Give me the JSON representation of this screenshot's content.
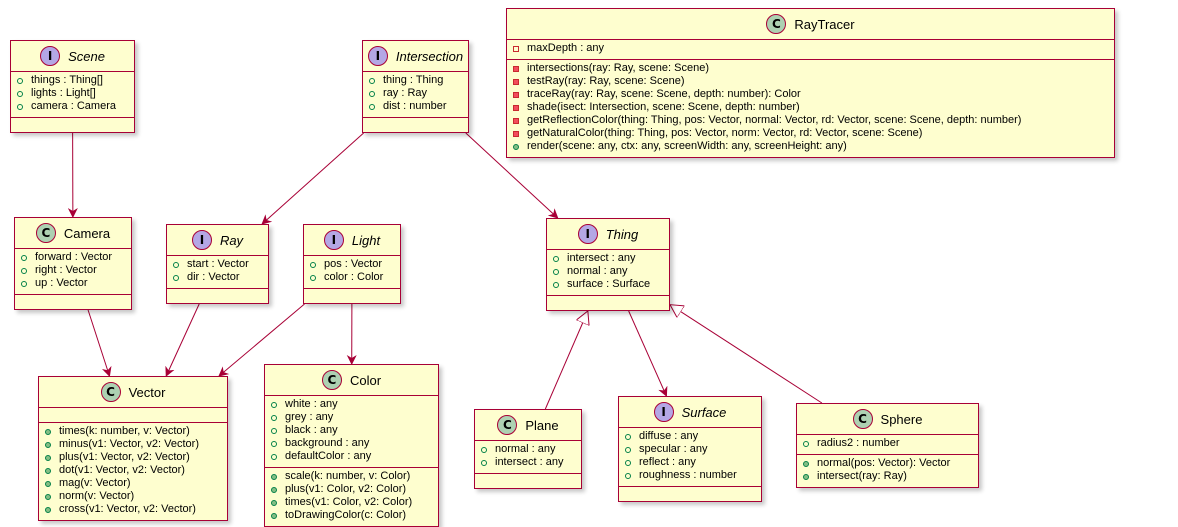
{
  "colors": {
    "class_fill": "#fefecf",
    "border": "#a80036",
    "class_badge": "#add1b2",
    "interface_badge": "#b4a7e5",
    "public_marker": "#84be84",
    "private_marker": "#f24d5c"
  },
  "classes": [
    {
      "id": "scene",
      "kind": "interface",
      "name": "Scene",
      "fields": [
        {
          "vis": "public",
          "text": "things : Thing[]"
        },
        {
          "vis": "public",
          "text": "lights : Light[]"
        },
        {
          "vis": "public",
          "text": "camera : Camera"
        }
      ],
      "methods": []
    },
    {
      "id": "intersection",
      "kind": "interface",
      "name": "Intersection",
      "fields": [
        {
          "vis": "public",
          "text": "thing : Thing"
        },
        {
          "vis": "public",
          "text": "ray : Ray"
        },
        {
          "vis": "public",
          "text": "dist : number"
        }
      ],
      "methods": []
    },
    {
      "id": "raytracer",
      "kind": "class",
      "name": "RayTracer",
      "fields": [
        {
          "vis": "private",
          "text": "maxDepth : any"
        }
      ],
      "methods": [
        {
          "vis": "private",
          "text": "intersections(ray: Ray, scene: Scene)"
        },
        {
          "vis": "private",
          "text": "testRay(ray: Ray, scene: Scene)"
        },
        {
          "vis": "private",
          "text": "traceRay(ray: Ray, scene: Scene, depth: number): Color"
        },
        {
          "vis": "private",
          "text": "shade(isect: Intersection, scene: Scene, depth: number)"
        },
        {
          "vis": "private",
          "text": "getReflectionColor(thing: Thing, pos: Vector, normal: Vector, rd: Vector, scene: Scene, depth: number)"
        },
        {
          "vis": "private",
          "text": "getNaturalColor(thing: Thing, pos: Vector, norm: Vector, rd: Vector, scene: Scene)"
        },
        {
          "vis": "public",
          "text": "render(scene: any, ctx: any, screenWidth: any, screenHeight: any)"
        }
      ]
    },
    {
      "id": "camera",
      "kind": "class",
      "name": "Camera",
      "fields": [
        {
          "vis": "public",
          "text": "forward : Vector"
        },
        {
          "vis": "public",
          "text": "right : Vector"
        },
        {
          "vis": "public",
          "text": "up : Vector"
        }
      ],
      "methods": []
    },
    {
      "id": "ray",
      "kind": "interface",
      "name": "Ray",
      "fields": [
        {
          "vis": "public",
          "text": "start : Vector"
        },
        {
          "vis": "public",
          "text": "dir : Vector"
        }
      ],
      "methods": []
    },
    {
      "id": "light",
      "kind": "interface",
      "name": "Light",
      "fields": [
        {
          "vis": "public",
          "text": "pos : Vector"
        },
        {
          "vis": "public",
          "text": "color : Color"
        }
      ],
      "methods": []
    },
    {
      "id": "thing",
      "kind": "interface",
      "name": "Thing",
      "fields": [
        {
          "vis": "public",
          "text": "intersect : any"
        },
        {
          "vis": "public",
          "text": "normal : any"
        },
        {
          "vis": "public",
          "text": "surface : Surface"
        }
      ],
      "methods": []
    },
    {
      "id": "vector",
      "kind": "class",
      "name": "Vector",
      "fields": [],
      "methods": [
        {
          "vis": "public",
          "text": "times(k: number, v: Vector)"
        },
        {
          "vis": "public",
          "text": "minus(v1: Vector, v2: Vector)"
        },
        {
          "vis": "public",
          "text": "plus(v1: Vector, v2: Vector)"
        },
        {
          "vis": "public",
          "text": "dot(v1: Vector, v2: Vector)"
        },
        {
          "vis": "public",
          "text": "mag(v: Vector)"
        },
        {
          "vis": "public",
          "text": "norm(v: Vector)"
        },
        {
          "vis": "public",
          "text": "cross(v1: Vector, v2: Vector)"
        }
      ]
    },
    {
      "id": "color",
      "kind": "class",
      "name": "Color",
      "fields": [
        {
          "vis": "public",
          "text": "white : any"
        },
        {
          "vis": "public",
          "text": "grey : any"
        },
        {
          "vis": "public",
          "text": "black : any"
        },
        {
          "vis": "public",
          "text": "background : any"
        },
        {
          "vis": "public",
          "text": "defaultColor : any"
        }
      ],
      "methods": [
        {
          "vis": "public",
          "text": "scale(k: number, v: Color)"
        },
        {
          "vis": "public",
          "text": "plus(v1: Color, v2: Color)"
        },
        {
          "vis": "public",
          "text": "times(v1: Color, v2: Color)"
        },
        {
          "vis": "public",
          "text": "toDrawingColor(c: Color)"
        }
      ]
    },
    {
      "id": "plane",
      "kind": "class",
      "name": "Plane",
      "fields": [
        {
          "vis": "public",
          "text": "normal : any"
        },
        {
          "vis": "public",
          "text": "intersect : any"
        }
      ],
      "methods": []
    },
    {
      "id": "surface",
      "kind": "interface",
      "name": "Surface",
      "fields": [
        {
          "vis": "public",
          "text": "diffuse : any"
        },
        {
          "vis": "public",
          "text": "specular : any"
        },
        {
          "vis": "public",
          "text": "reflect : any"
        },
        {
          "vis": "public",
          "text": "roughness : number"
        }
      ],
      "methods": []
    },
    {
      "id": "sphere",
      "kind": "class",
      "name": "Sphere",
      "fields": [
        {
          "vis": "public",
          "text": "radius2 : number"
        }
      ],
      "methods": [
        {
          "vis": "public",
          "text": "normal(pos: Vector): Vector"
        },
        {
          "vis": "public",
          "text": "intersect(ray: Ray)"
        }
      ]
    }
  ],
  "relations": [
    {
      "from": "scene",
      "to": "camera",
      "type": "association"
    },
    {
      "from": "intersection",
      "to": "ray",
      "type": "association"
    },
    {
      "from": "intersection",
      "to": "thing",
      "type": "association"
    },
    {
      "from": "camera",
      "to": "vector",
      "type": "association"
    },
    {
      "from": "ray",
      "to": "vector",
      "type": "association"
    },
    {
      "from": "light",
      "to": "vector",
      "type": "association"
    },
    {
      "from": "light",
      "to": "color",
      "type": "association"
    },
    {
      "from": "thing",
      "to": "surface",
      "type": "association"
    },
    {
      "from": "plane",
      "to": "thing",
      "type": "realization"
    },
    {
      "from": "sphere",
      "to": "thing",
      "type": "realization"
    }
  ]
}
